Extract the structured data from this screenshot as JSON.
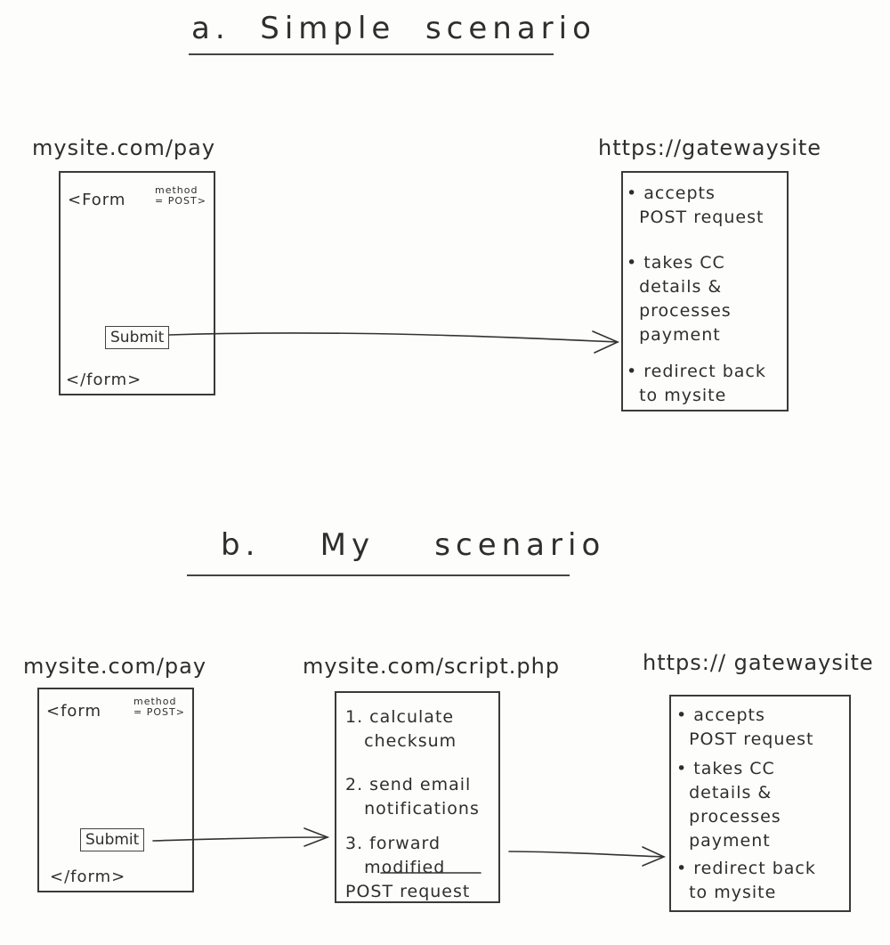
{
  "section_a": {
    "heading": "a.  Simple  scenario",
    "left_label": "mysite.com/pay",
    "form_open": "<Form",
    "method_note": "method\n= POST>",
    "submit_label": "Submit",
    "form_close": "</form>",
    "right_label": "https://gatewaysite",
    "gateway_items": [
      "• accepts\n  POST request",
      "• takes CC\n  details &\n  processes\n  payment",
      "• redirect back\n  to mysite"
    ]
  },
  "section_b": {
    "heading": "b.    My    scenario",
    "left_label": "mysite.com/pay",
    "form_open": "<form",
    "method_note": "method\n= POST>",
    "submit_label": "Submit",
    "form_close": "</form>",
    "middle_label": "mysite.com/script.php",
    "script_steps": [
      "1. calculate\n   checksum",
      "2. send email\n   notifications",
      "3. forward\n   modified\nPOST request"
    ],
    "right_label": "https:// gatewaysite",
    "gateway_items": [
      "• accepts\n  POST request",
      "• takes CC\n  details &\n  processes\n  payment",
      "• redirect back\n  to mysite"
    ]
  }
}
